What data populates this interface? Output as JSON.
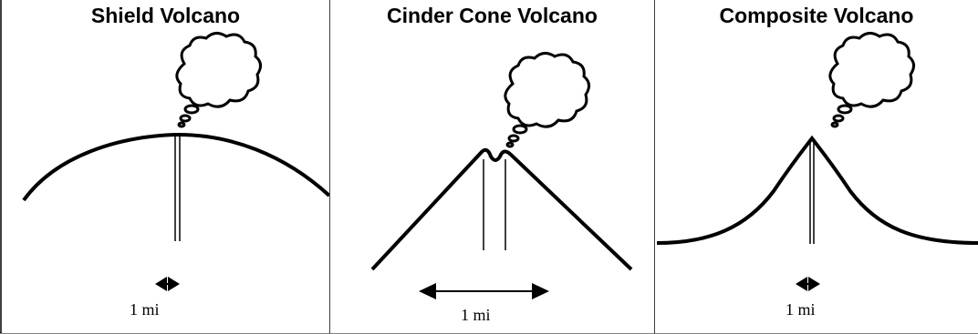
{
  "panels": [
    {
      "title": "Shield Volcano",
      "scale_label": "1 mi"
    },
    {
      "title": "Cinder Cone Volcano",
      "scale_label": "1 mi"
    },
    {
      "title": "Composite Volcano",
      "scale_label": "1 mi"
    }
  ],
  "colors": {
    "line": "#000000",
    "background": "#ffffff"
  }
}
